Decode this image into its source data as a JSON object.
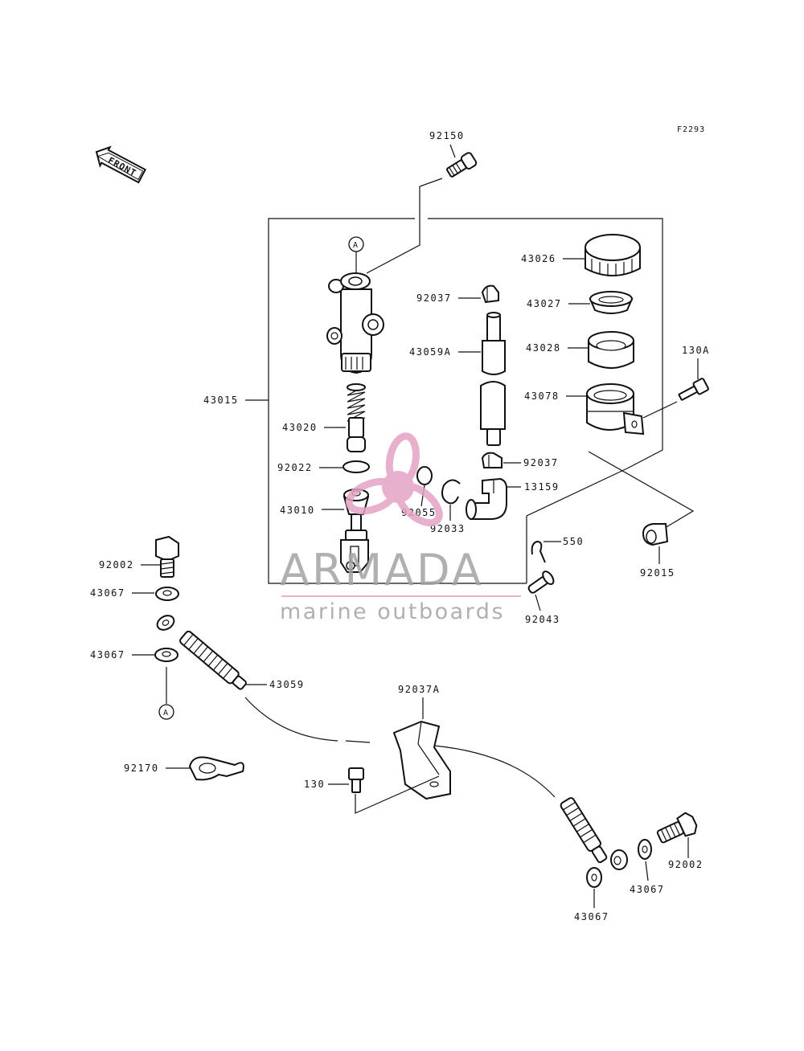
{
  "diagram": {
    "figure_code": "F2293",
    "front_label": "FRONT",
    "callout_letter": "A",
    "watermark": {
      "brand": "ARMADA",
      "tagline": "marine outboards",
      "color": "#e3a3c4"
    },
    "labels": {
      "p92150": "92150",
      "p43026": "43026",
      "p92037_top": "92037",
      "p43027": "43027",
      "p43059A": "43059A",
      "p43028": "43028",
      "p130A": "130A",
      "p43015": "43015",
      "p43078": "43078",
      "p43020": "43020",
      "p92022": "92022",
      "p92037_mid": "92037",
      "p13159": "13159",
      "p43010": "43010",
      "p92055": "92055",
      "p92033": "92033",
      "p550": "550",
      "p92015": "92015",
      "p92002_left": "92002",
      "p43067_upper": "43067",
      "p92043": "92043",
      "p43067_lower": "43067",
      "p43059": "43059",
      "p92037A": "92037A",
      "p92170": "92170",
      "p130": "130",
      "p92002_right": "92002",
      "p43067_right": "43067",
      "p43067_bottom": "43067"
    }
  }
}
